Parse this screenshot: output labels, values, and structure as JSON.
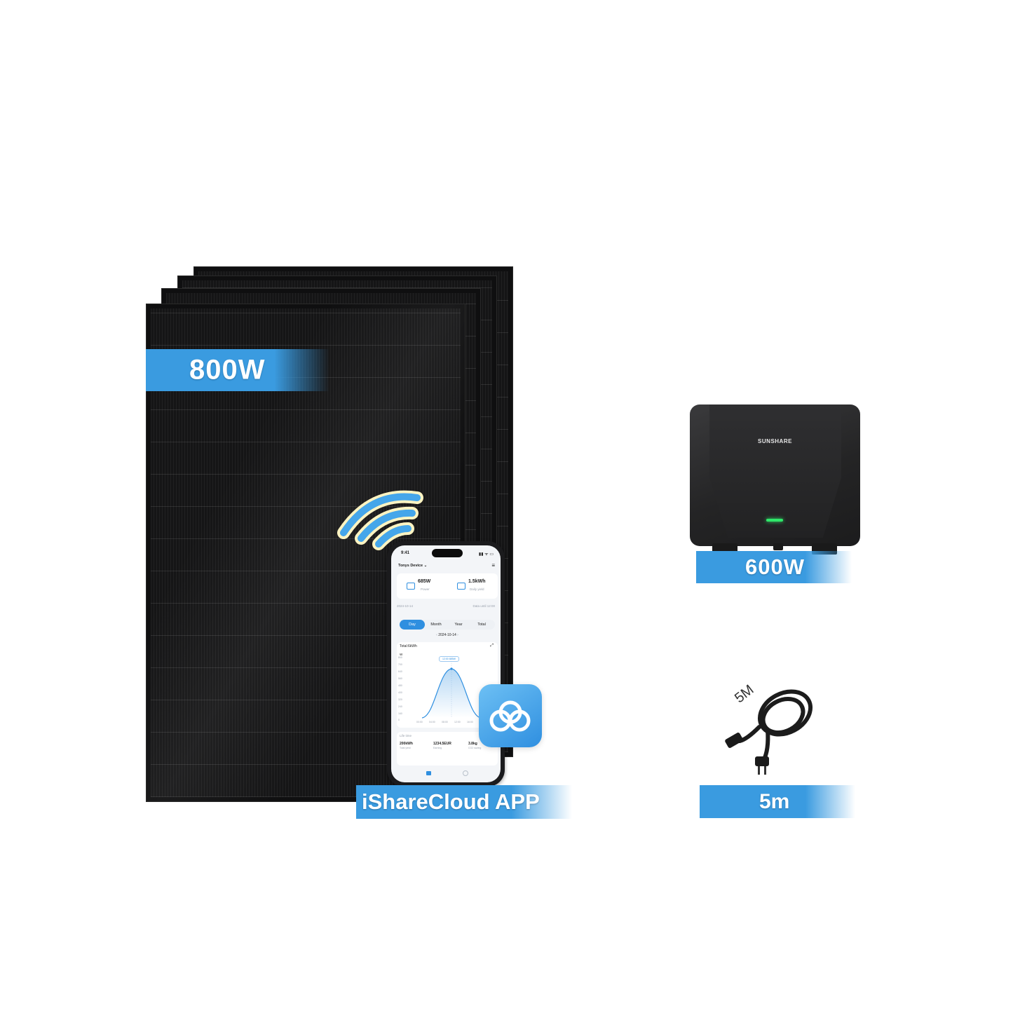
{
  "panel": {
    "label": "800W"
  },
  "app": {
    "banner_label": "iShareCloud APP",
    "status_time": "9:41",
    "device_name": "Tonys Device",
    "power_value": "685W",
    "power_label": "Power",
    "yield_value": "1.5kWh",
    "yield_label": "Daily yield",
    "date_left": "2024-10-14",
    "date_right": "Data until 12:00",
    "tabs": [
      "Day",
      "Month",
      "Year",
      "Total"
    ],
    "selected_date": "2024-10-14",
    "total": "Total:6kWh",
    "unit": "W",
    "y_ticks": [
      "800",
      "700",
      "640",
      "560",
      "480",
      "400",
      "320",
      "240",
      "160",
      "0"
    ],
    "x_ticks": [
      "00:00",
      "04:00",
      "08:00",
      "12:00",
      "16:00",
      "24:00"
    ],
    "tooltip": "12:00  685W",
    "lifetime_label": "Life time",
    "lifetime_items": [
      {
        "value": "200kWh",
        "label": "Total yield"
      },
      {
        "value": "1234.5EUR",
        "label": "Earning"
      },
      {
        "value": "3.8kg",
        "label": "CO2 saving"
      }
    ]
  },
  "inverter": {
    "brand": "SUNSHARE",
    "label": "600W"
  },
  "cable": {
    "length_mark": "5M",
    "label": "5m"
  },
  "colors": {
    "accent": "#3a9be0",
    "led": "#2fe86a",
    "panel": "#0f0f10"
  }
}
